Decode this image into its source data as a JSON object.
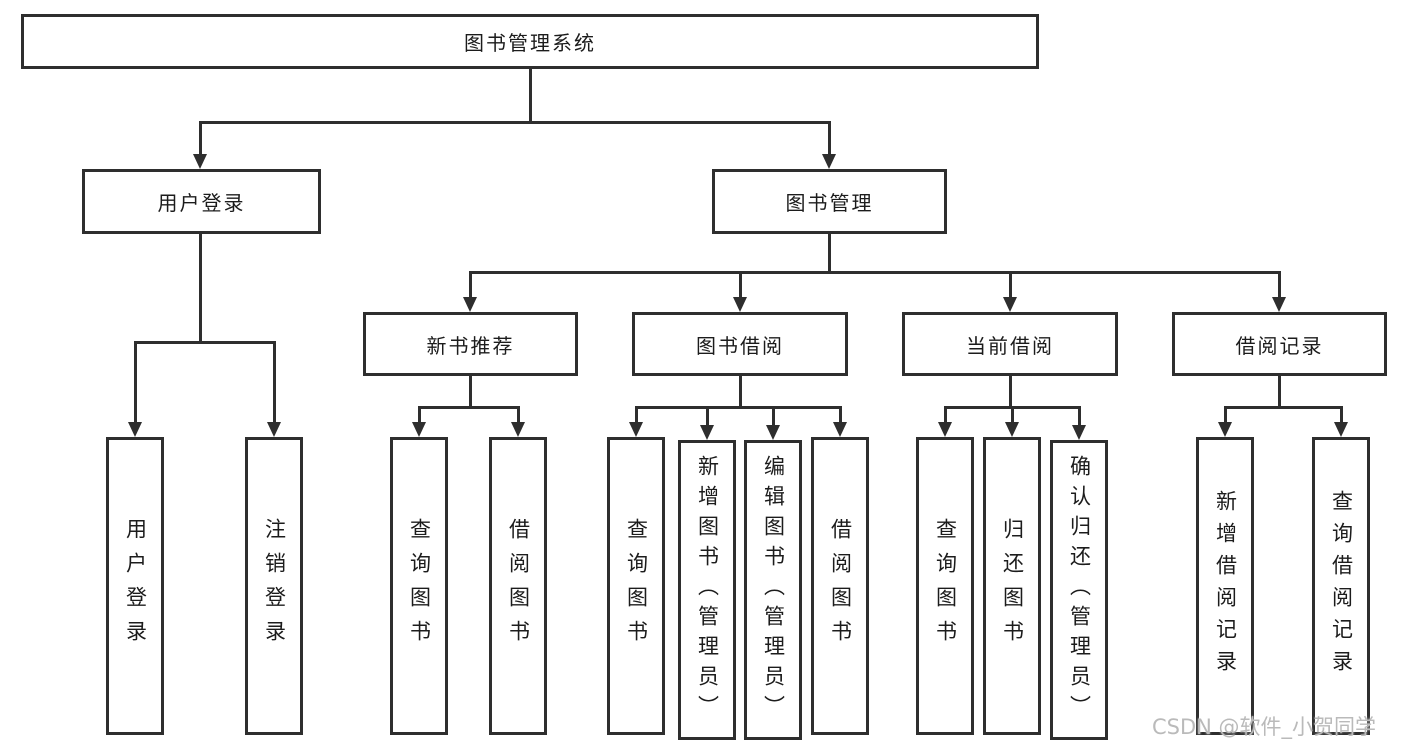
{
  "diagram": {
    "title": "图书管理系统",
    "level2": {
      "user_login": "用户登录",
      "book_management": "图书管理"
    },
    "level3": {
      "new_book_recommend": "新书推荐",
      "book_borrow": "图书借阅",
      "current_borrow": "当前借阅",
      "borrow_records": "借阅记录"
    },
    "leaves": {
      "user_login": "用户登录",
      "logout": "注销登录",
      "nb_query_books": "查询图书",
      "nb_borrow_books": "借阅图书",
      "bb_query_books": "查询图书",
      "bb_add_books_admin": "新增图书（管理员）",
      "bb_edit_books_admin": "编辑图书（管理员）",
      "bb_borrow_books": "借阅图书",
      "cb_query_books": "查询图书",
      "cb_return_books": "归还图书",
      "cb_confirm_return_admin": "确认归还（管理员）",
      "br_add_record": "新增借阅记录",
      "br_query_record": "查询借阅记录"
    }
  },
  "watermark": "CSDN @软件_小贺同学",
  "colors": {
    "line": "#2e2e2e",
    "text": "#1c1c1c",
    "watermark": "#bababa",
    "background": "#ffffff"
  }
}
